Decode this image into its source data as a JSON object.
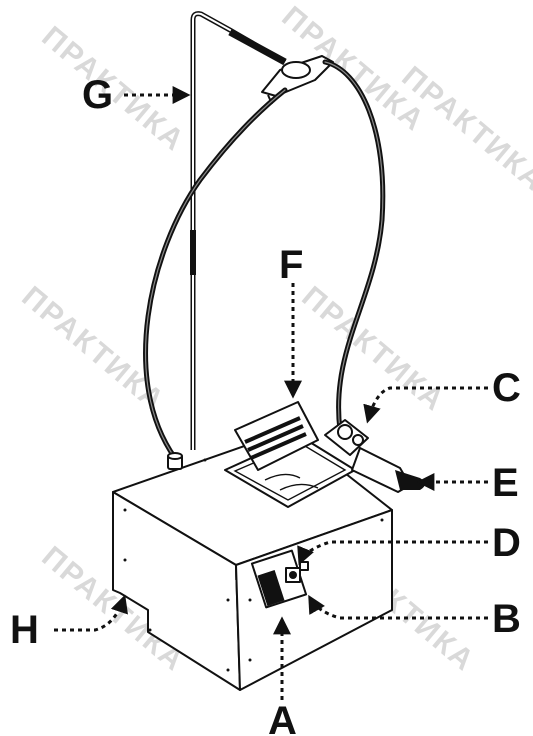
{
  "watermark": {
    "text": "ПРАКТИКА"
  },
  "labels": {
    "A": "A",
    "B": "B",
    "C": "C",
    "D": "D",
    "E": "E",
    "F": "F",
    "G": "G",
    "H": "H"
  },
  "colors": {
    "ink": "#111111",
    "watermark": "#d9d9d9",
    "background": "#ffffff"
  }
}
